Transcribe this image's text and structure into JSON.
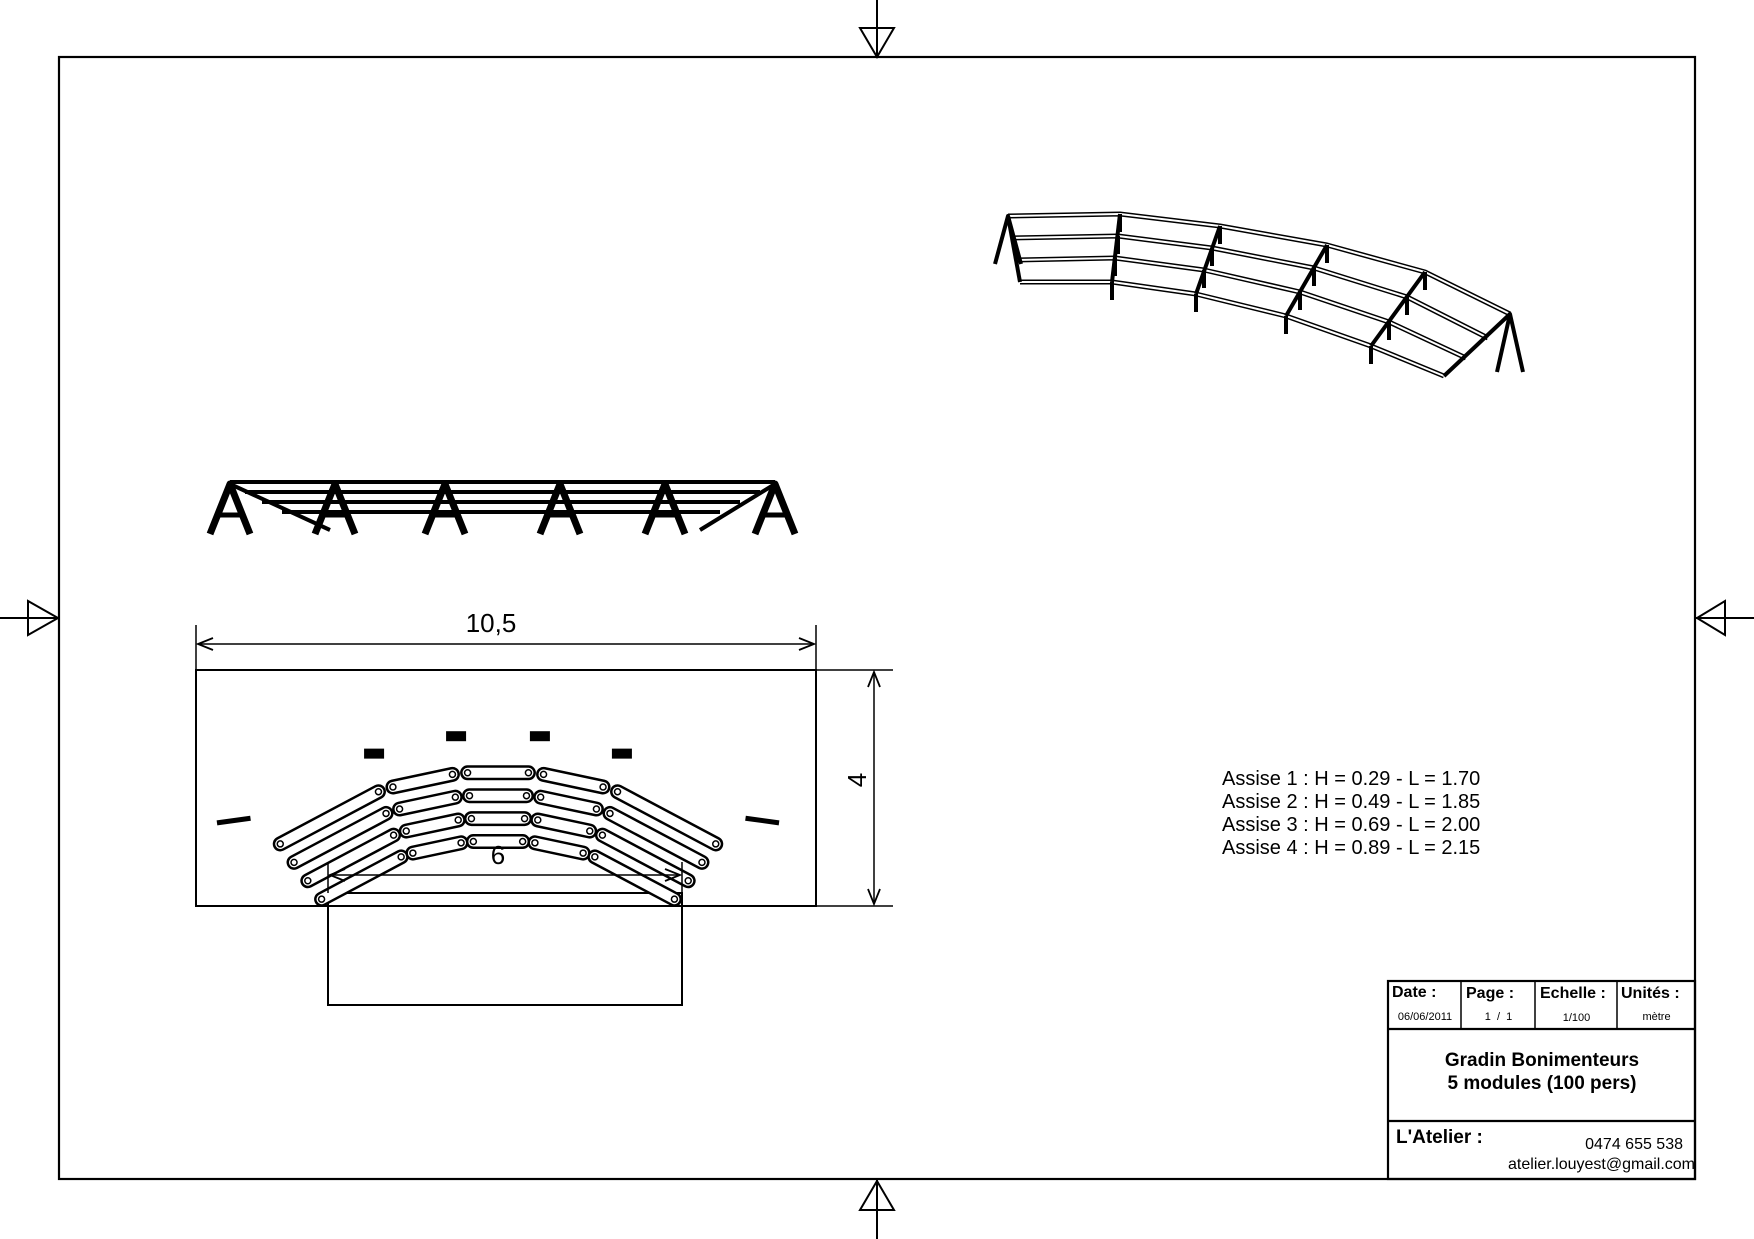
{
  "dimensions": {
    "overall_width": "10,5",
    "depth": "4",
    "stage_width": "6"
  },
  "seats": [
    "Assise 1 : H = 0.29 - L = 1.70",
    "Assise 2 : H = 0.49 - L = 1.85",
    "Assise 3 : H = 0.69 - L = 2.00",
    "Assise 4 : H = 0.89 - L = 2.15"
  ],
  "title_block": {
    "date_label": "Date :",
    "date_value": "06/06/2011",
    "page_label": "Page :",
    "page_value": "1  /  1",
    "scale_label": "Echelle :",
    "scale_value": "1/100",
    "units_label": "Unités :",
    "units_value": "mètre",
    "title_line1": "Gradin Bonimenteurs",
    "title_line2": "5 modules (100 pers)",
    "workshop_label": "L'Atelier :",
    "phone": "0474 655 538",
    "email": "atelier.louyest@gmail.com"
  }
}
